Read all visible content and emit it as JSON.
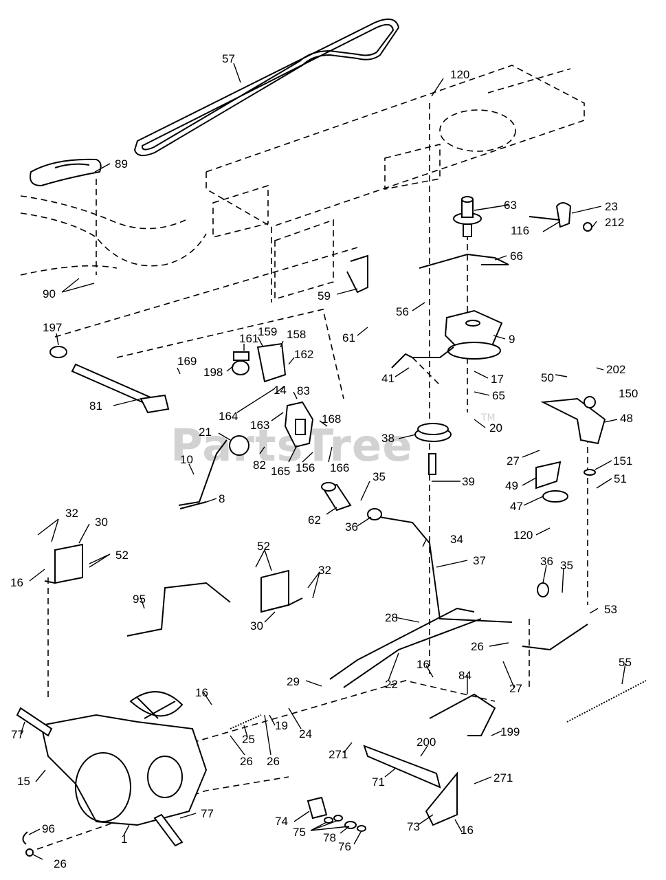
{
  "watermark": {
    "text": "PartsTree",
    "mark": "TM"
  },
  "labels": {
    "p57": "57",
    "p120a": "120",
    "p89": "89",
    "p63": "63",
    "p23": "23",
    "p116": "116",
    "p212": "212",
    "p66": "66",
    "p90": "90",
    "p59": "59",
    "p56": "56",
    "p61": "61",
    "p9": "9",
    "p197": "197",
    "p161": "161",
    "p159": "159",
    "p158": "158",
    "p169": "169",
    "p162": "162",
    "p198": "198",
    "p41": "41",
    "p17": "17",
    "p50": "50",
    "p202": "202",
    "p150": "150",
    "p65": "65",
    "p48": "48",
    "p81": "81",
    "p14": "14",
    "p83": "83",
    "p164": "164",
    "p168": "168",
    "p163": "163",
    "p20": "20",
    "p21": "21",
    "p38": "38",
    "p82": "82",
    "p165": "165",
    "p156": "156",
    "p166": "166",
    "p27a": "27",
    "p151": "151",
    "p10": "10",
    "p35a": "35",
    "p39": "39",
    "p49": "49",
    "p51": "51",
    "p8": "8",
    "p47": "47",
    "p62": "62",
    "p36a": "36",
    "p120b": "120",
    "p32a": "32",
    "p30a": "30",
    "p52a": "52",
    "p34": "34",
    "p16a": "16",
    "p52b": "52",
    "p32b": "32",
    "p37": "37",
    "p36b": "36",
    "p35b": "35",
    "p95": "95",
    "p30b": "30",
    "p53": "53",
    "p28": "28",
    "p26a": "26",
    "p55": "55",
    "p22": "22",
    "p29": "29",
    "p16b": "16",
    "p27b": "27",
    "p84": "84",
    "p16c": "16",
    "p77a": "77",
    "p25": "25",
    "p19": "19",
    "p24": "24",
    "p199": "199",
    "p26b": "26",
    "p26c": "26",
    "p200": "200",
    "p271a": "271",
    "p15": "15",
    "p71": "71",
    "p271b": "271",
    "p77b": "77",
    "p96": "96",
    "p74": "74",
    "p75": "75",
    "p78": "78",
    "p73": "73",
    "p16d": "16",
    "p1": "1",
    "p76": "76",
    "p26d": "26"
  }
}
